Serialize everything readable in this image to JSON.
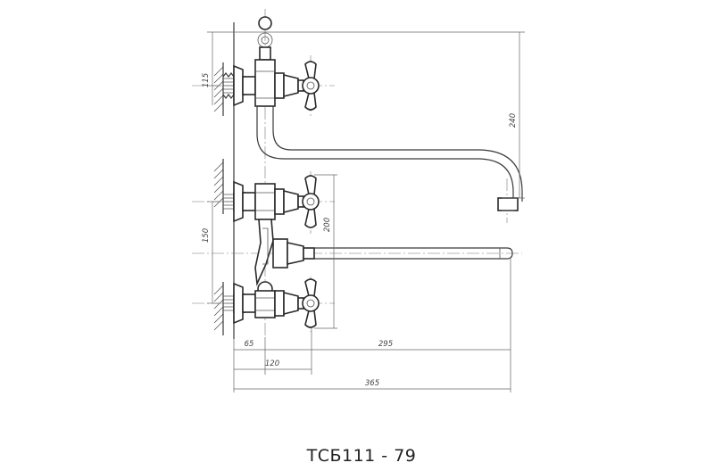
{
  "caption": "ТСБ111 - 79",
  "dimensions": {
    "d115": "115",
    "d240": "240",
    "d150": "150",
    "d200": "200",
    "d65": "65",
    "d295": "295",
    "d120": "120",
    "d365": "365"
  }
}
